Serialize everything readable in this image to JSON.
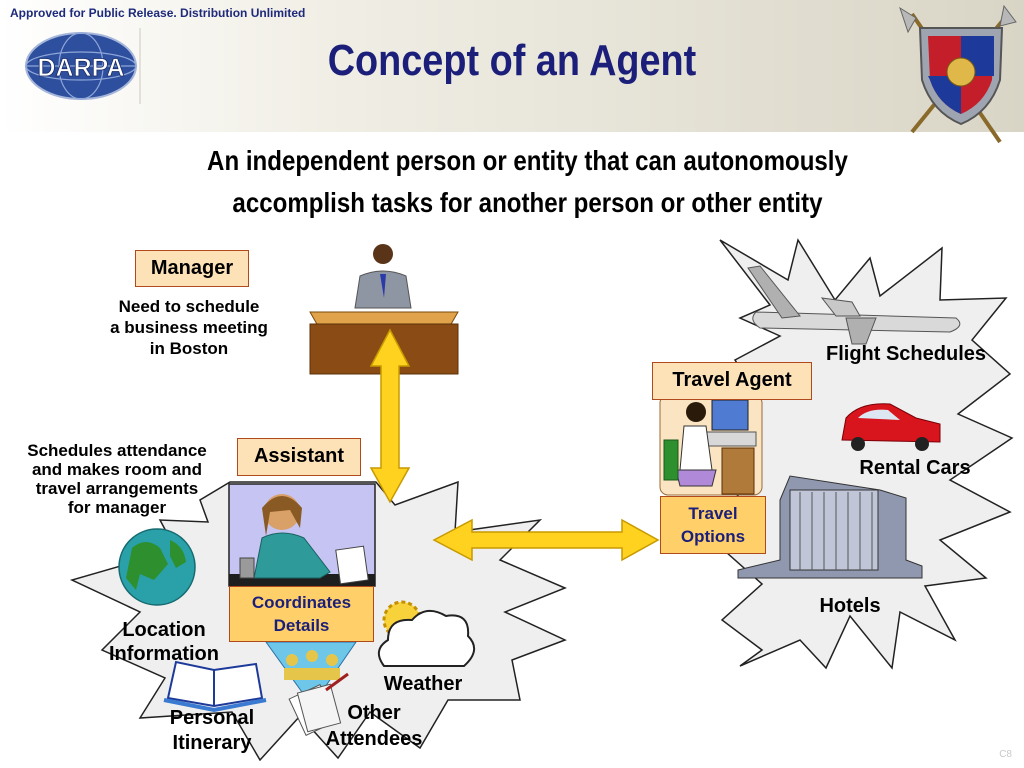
{
  "header": {
    "release_notice": "Approved for Public Release.  Distribution Unlimited",
    "title": "Concept of an Agent",
    "logo_text": "DARPA"
  },
  "subtitle": {
    "line1": "An independent person or entity that can autonomously",
    "line2": "accomplish tasks for another person or other entity"
  },
  "manager": {
    "label": "Manager",
    "desc_line1": "Need to schedule",
    "desc_line2": "a business meeting",
    "desc_line3": "in Boston"
  },
  "assistant": {
    "label": "Assistant",
    "desc_line1": "Schedules attendance",
    "desc_line2": "and makes room and",
    "desc_line3": "travel arrangements",
    "desc_line4": "for manager",
    "coordinates_line1": "Coordinates",
    "coordinates_line2": "Details"
  },
  "assistant_items": {
    "location_line1": "Location",
    "location_line2": "Information",
    "itinerary_line1": "Personal",
    "itinerary_line2": "Itinerary",
    "attendees_line1": "Other",
    "attendees_line2": "Attendees",
    "weather": "Weather"
  },
  "travel_agent": {
    "label": "Travel Agent",
    "options_line1": "Travel",
    "options_line2": "Options"
  },
  "travel_items": {
    "flights": "Flight Schedules",
    "cars": "Rental Cars",
    "hotels": "Hotels"
  },
  "footer": {
    "slide_code": "C8"
  },
  "colors": {
    "title": "#1b1f7a",
    "box_fill": "#fde2b8",
    "box_border": "#b04a1c",
    "arrow_fill": "#ffd21f",
    "arrow_stroke": "#c79a00"
  }
}
